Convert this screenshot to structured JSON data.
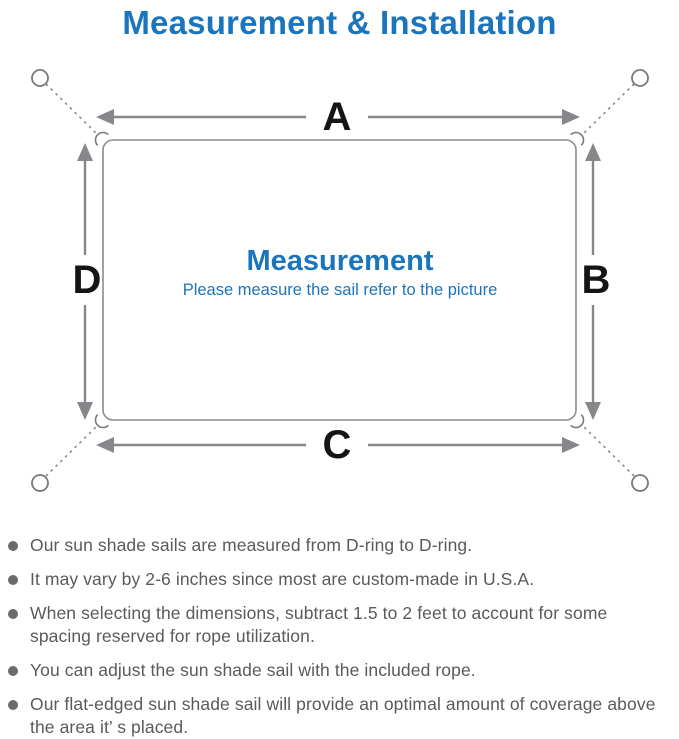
{
  "title": "Measurement & Installation",
  "diagram": {
    "center_title": "Measurement",
    "center_subtitle": "Please measure the sail refer to the picture",
    "labels": {
      "top": "A",
      "right": "B",
      "bottom": "C",
      "left": "D"
    }
  },
  "notes": [
    "Our sun shade sails are measured from D-ring to D-ring.",
    "It may vary by 2-6 inches since most are custom-made in U.S.A.",
    "When selecting the dimensions, subtract 1.5 to 2 feet to account for some spacing reserved for rope utilization.",
    "You can adjust the sun shade sail with the included rope.",
    "Our flat-edged sun shade sail will provide an optimal amount of coverage above the area it’ s placed."
  ],
  "colors": {
    "accent_blue": "#1b75bc",
    "diagram_line_gray": "#85878a",
    "dimension_label_black": "#151515",
    "note_text_gray": "#595a5c"
  }
}
